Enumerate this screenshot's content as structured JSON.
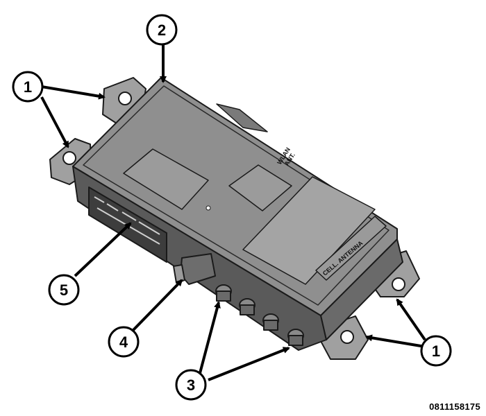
{
  "figure": {
    "code": "0811158175",
    "module_labels": {
      "wlan": "WLAN",
      "ant": "ANT.",
      "cell_antenna": "CELL. ANTENNA"
    },
    "callouts": [
      "1",
      "2",
      "3",
      "4",
      "5"
    ],
    "colors": {
      "body": "#8f8f8f",
      "body_light": "#a9a9a9",
      "body_dark": "#4a4a4a",
      "outline": "#1a1a1a",
      "background": "#ffffff"
    }
  }
}
